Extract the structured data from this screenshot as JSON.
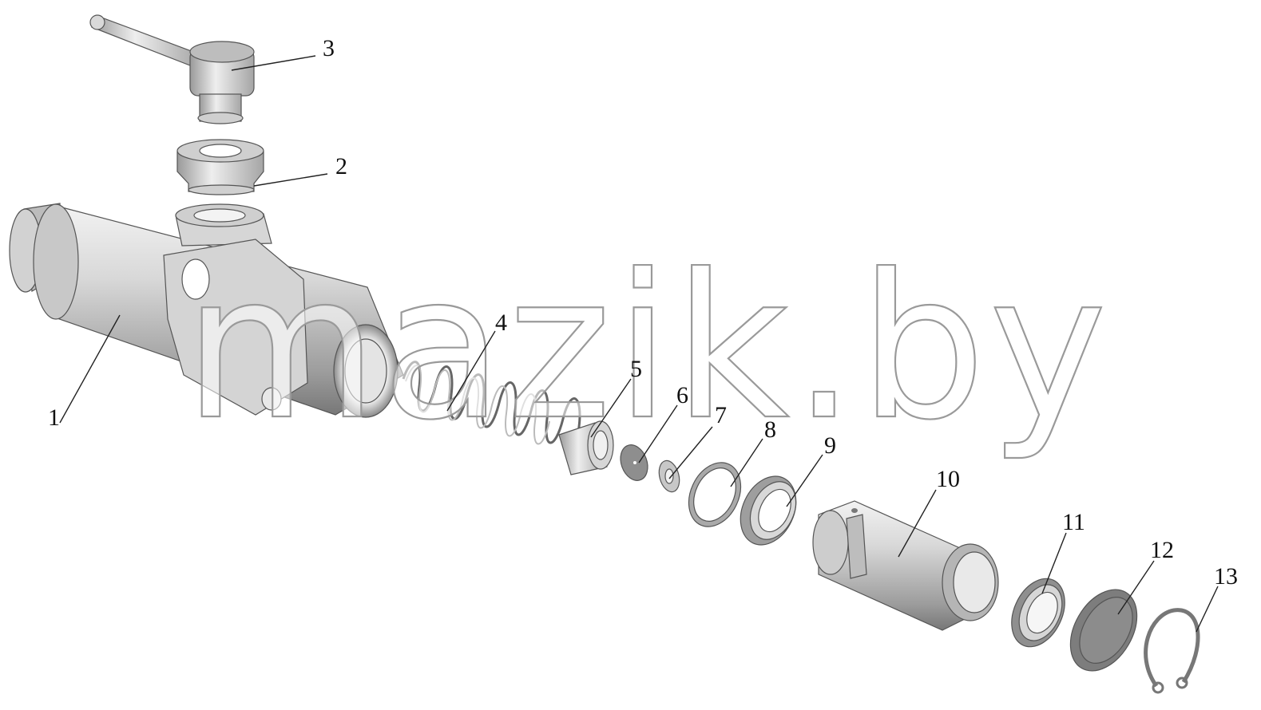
{
  "watermark": {
    "text": "mazik.by",
    "color": "#ffffff",
    "outline": "#9a9a9a"
  },
  "parts": [
    {
      "id": "part-1",
      "number": "1"
    },
    {
      "id": "part-2",
      "number": "2"
    },
    {
      "id": "part-3",
      "number": "3"
    },
    {
      "id": "part-4",
      "number": "4"
    },
    {
      "id": "part-5",
      "number": "5"
    },
    {
      "id": "part-6",
      "number": "6"
    },
    {
      "id": "part-7",
      "number": "7"
    },
    {
      "id": "part-8",
      "number": "8"
    },
    {
      "id": "part-9",
      "number": "9"
    },
    {
      "id": "part-10",
      "number": "10"
    },
    {
      "id": "part-11",
      "number": "11"
    },
    {
      "id": "part-12",
      "number": "12"
    },
    {
      "id": "part-13",
      "number": "13"
    }
  ],
  "colors": {
    "metal_light": "#e0e0e0",
    "metal_mid": "#bdbdbd",
    "metal_dark": "#8a8a8a",
    "washer_dark": "#7a7a7a"
  }
}
